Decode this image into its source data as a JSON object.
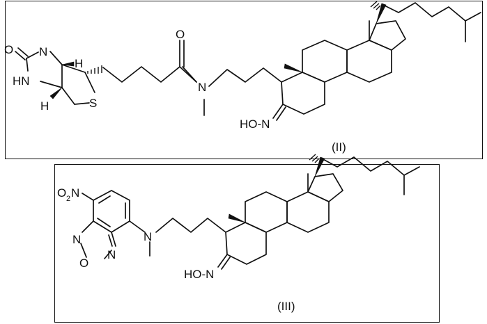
{
  "structures": [
    {
      "caption": "(II)",
      "atoms": {
        "o_urea": "O",
        "n_top": "N",
        "h_top": "H",
        "hn_left": "HN",
        "h_bottom": "H",
        "s": "S",
        "o_amide": "O",
        "n_amide": "N",
        "oxime": "HO-N"
      }
    },
    {
      "caption": "(III)",
      "atoms": {
        "no2_o": "O",
        "no2_sub": "2",
        "no2_n": "N",
        "n_ring_top": "N",
        "o_ring": "O",
        "n_ring_bottom": "N",
        "n_amine": "N",
        "oxime": "HO-N"
      }
    }
  ],
  "colors": {
    "ink": "#111111",
    "background": "#ffffff"
  }
}
